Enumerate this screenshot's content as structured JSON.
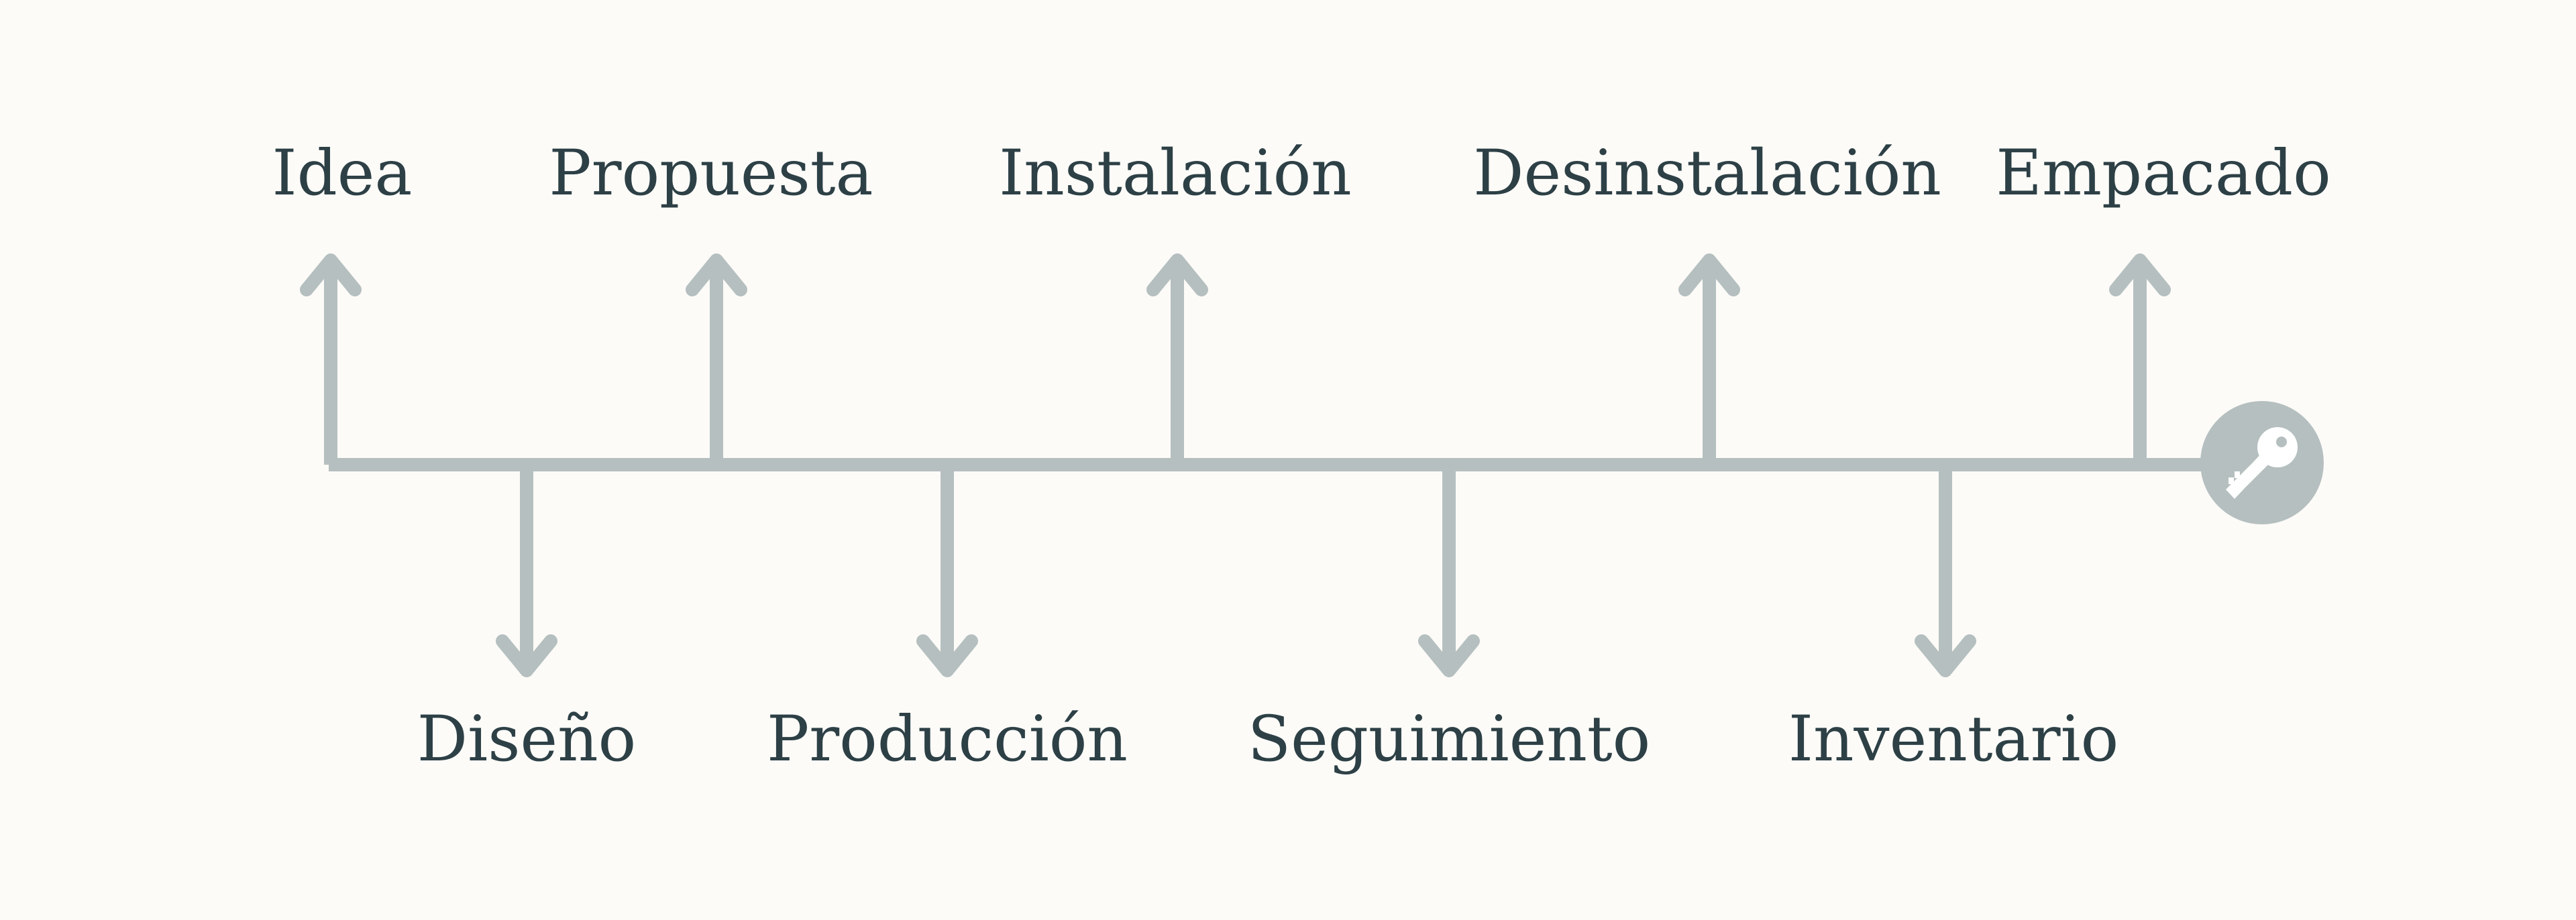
{
  "timeline": {
    "stages": [
      {
        "label": "Idea",
        "side": "up"
      },
      {
        "label": "Diseño",
        "side": "down"
      },
      {
        "label": "Propuesta",
        "side": "up"
      },
      {
        "label": "Producción",
        "side": "down"
      },
      {
        "label": "Instalación",
        "side": "up"
      },
      {
        "label": "Seguimiento",
        "side": "down"
      },
      {
        "label": "Desinstalación",
        "side": "up"
      },
      {
        "label": "Inventario",
        "side": "down"
      },
      {
        "label": "Empacado",
        "side": "up"
      }
    ],
    "end_icon": "key-icon",
    "colors": {
      "line": "#b5bfbf",
      "text": "#2d4046",
      "background": "#fcfbf8",
      "icon_fg": "#ffffff"
    }
  }
}
